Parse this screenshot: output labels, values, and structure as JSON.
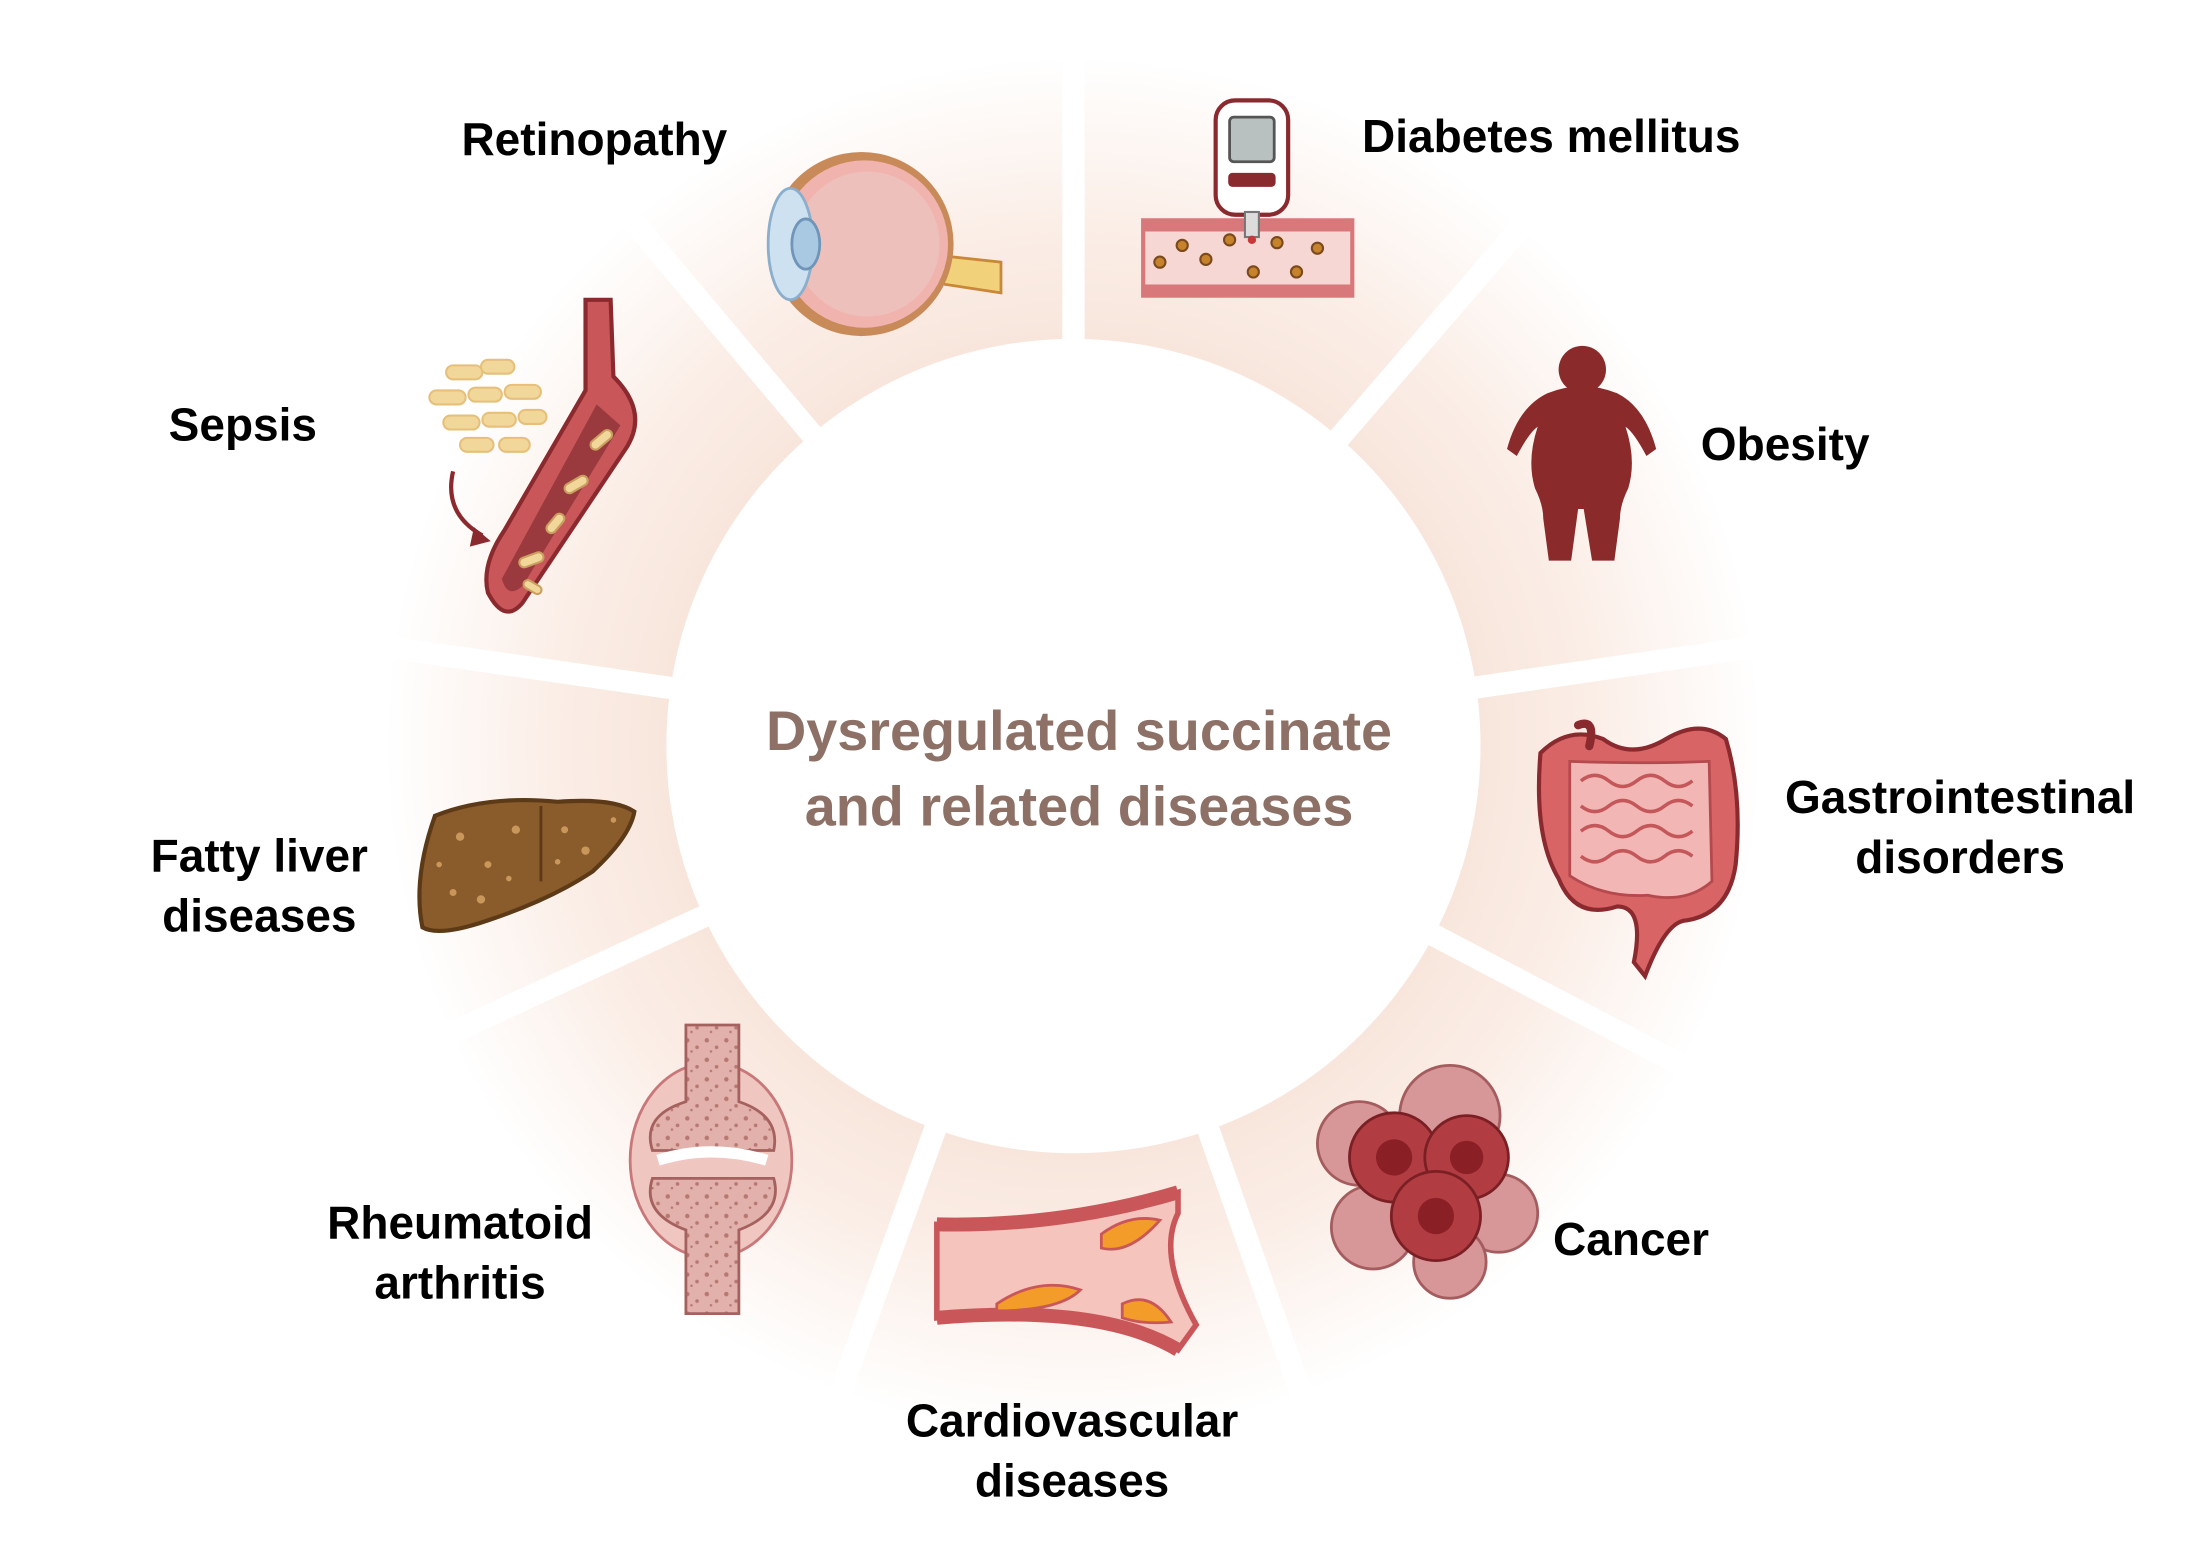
{
  "center": {
    "line1": "Dysregulated succinate",
    "line2": "and related diseases"
  },
  "diseases": [
    {
      "id": "retinopathy",
      "lines": [
        "Retinopathy"
      ],
      "icon": "eye-icon"
    },
    {
      "id": "diabetes",
      "lines": [
        "Diabetes mellitus"
      ],
      "icon": "glucose-meter-icon"
    },
    {
      "id": "obesity",
      "lines": [
        "Obesity"
      ],
      "icon": "obese-person-icon"
    },
    {
      "id": "gastrointestinal",
      "lines": [
        "Gastrointestinal",
        "disorders"
      ],
      "icon": "intestine-icon"
    },
    {
      "id": "cancer",
      "lines": [
        "Cancer"
      ],
      "icon": "tumor-cells-icon"
    },
    {
      "id": "cardiovascular",
      "lines": [
        "Cardiovascular",
        "diseases"
      ],
      "icon": "plaque-artery-icon"
    },
    {
      "id": "rheumatoid",
      "lines": [
        "Rheumatoid",
        "arthritis"
      ],
      "icon": "knee-joint-icon"
    },
    {
      "id": "fatty-liver",
      "lines": [
        "Fatty liver",
        "diseases"
      ],
      "icon": "liver-icon"
    },
    {
      "id": "sepsis",
      "lines": [
        "Sepsis"
      ],
      "icon": "bacteria-vessel-icon"
    }
  ],
  "colors": {
    "title": "#8d7066",
    "ring_inner": "#f7e4d9",
    "ring_outer": "#ffffff",
    "vessel": "#c9575a",
    "dark_red": "#8a2a2e",
    "liver": "#8a5b2b",
    "bacteria": "#f2d79a"
  }
}
